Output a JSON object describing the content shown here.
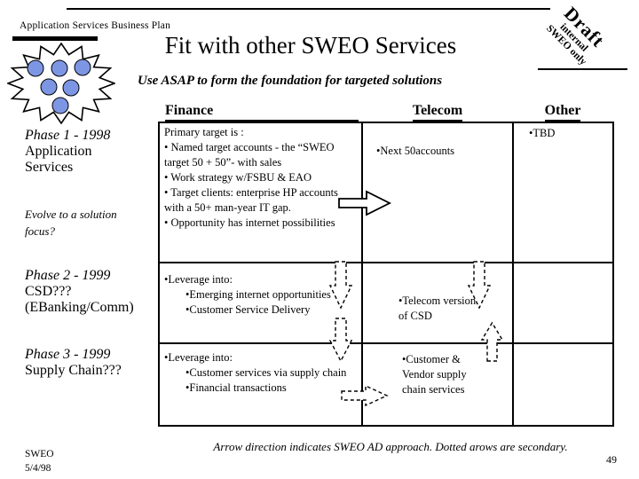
{
  "header": {
    "eyebrow": "Application Services Business Plan",
    "title": "Fit with other SWEO Services",
    "subtitle": "Use ASAP to form  the foundation for targeted solutions",
    "draft": {
      "line1": "Draft",
      "line2": "internal",
      "line3": "SWEO only"
    }
  },
  "phases": [
    {
      "title": "Phase 1 - 1998",
      "lines": [
        "Application",
        "Services"
      ],
      "note": "Evolve to a solution focus?"
    },
    {
      "title": "Phase 2 - 1999",
      "lines": [
        "CSD???",
        "(EBanking/Comm)"
      ]
    },
    {
      "title": "Phase 3 - 1999",
      "lines": [
        "Supply Chain???"
      ]
    }
  ],
  "table": {
    "headers": [
      "Finance",
      "Telecom",
      "Other"
    ],
    "row1": {
      "finance": {
        "intro": "Primary target is :",
        "bullets": [
          "• Named target accounts - the “SWEO target 50 + 50”- with sales",
          "• Work strategy w/FSBU & EAO",
          "• Target clients: enterprise HP accounts with a 50+ man-year IT gap.",
          "• Opportunity has internet possibilities"
        ]
      },
      "telecom": "•Next 50accounts",
      "other": "•TBD"
    },
    "row2": {
      "finance": {
        "intro": "•Leverage into:",
        "subs": [
          "•Emerging internet opportunities",
          "•Customer Service Delivery"
        ]
      },
      "telecom": "•Telecom version of CSD"
    },
    "row3": {
      "finance": {
        "intro": "•Leverage into:",
        "subs": [
          "•Customer services via  supply chain",
          "•Financial transactions"
        ]
      },
      "telecom": "•Customer & Vendor supply chain services"
    }
  },
  "footer": {
    "org": "SWEO",
    "date": "5/4/98",
    "note": "Arrow direction indicates SWEO AD approach. Dotted arows are secondary.",
    "page_number": "49"
  },
  "colors": {
    "dot_blue": "#7d96e3",
    "line_black": "#000000"
  }
}
